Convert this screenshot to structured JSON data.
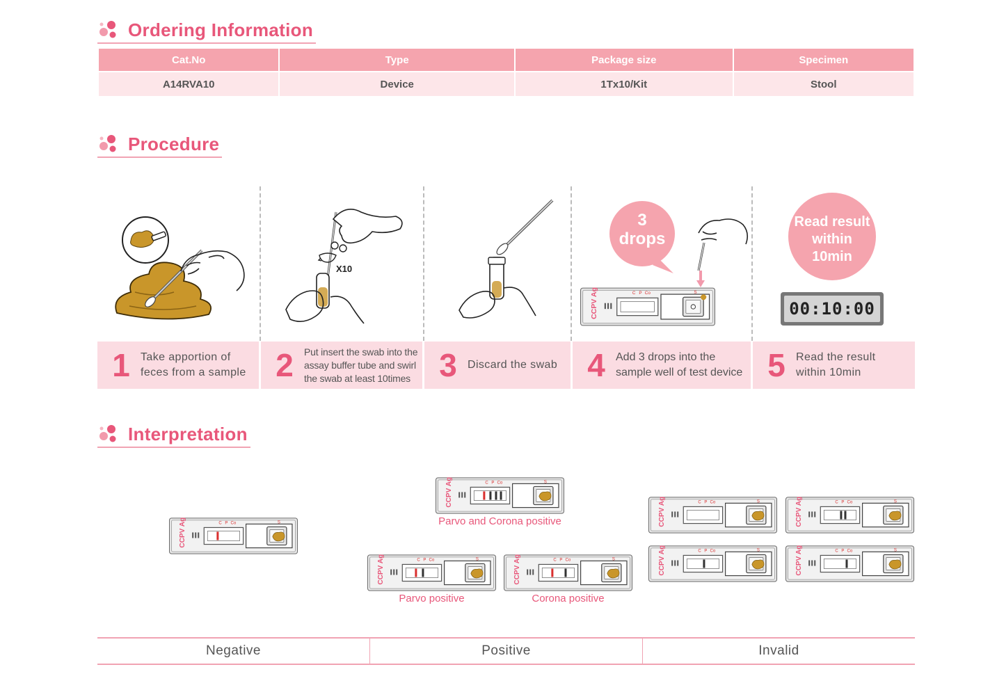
{
  "ordering": {
    "title": "Ordering Information",
    "headers": [
      "Cat.No",
      "Type",
      "Package size",
      "Specimen"
    ],
    "row": [
      "A14RVA10",
      "Device",
      "1Tx10/Kit",
      "Stool"
    ]
  },
  "procedure": {
    "title": "Procedure",
    "swirl_label": "X10",
    "drops_bubble": [
      "3",
      "drops"
    ],
    "read_bubble": [
      "Read result",
      "within",
      "10min"
    ],
    "timer": "00:10:00",
    "steps": [
      {
        "num": "1",
        "lines": [
          "Take apportion of",
          "feces from a sample"
        ]
      },
      {
        "num": "2",
        "lines": [
          "Put insert the swab into the",
          "assay buffer tube and swirl",
          "the swab at least 10times"
        ]
      },
      {
        "num": "3",
        "lines": [
          "Discard the swab"
        ]
      },
      {
        "num": "4",
        "lines": [
          "Add 3 drops into the",
          "sample well of test device"
        ]
      },
      {
        "num": "5",
        "lines": [
          "Read the result",
          "within 10min"
        ]
      }
    ]
  },
  "interpretation": {
    "title": "Interpretation",
    "device_label": "CCPV Ag",
    "marks": {
      "c": "C",
      "p": "P",
      "co": "Co",
      "s": "S"
    },
    "captions": {
      "parvo_corona": "Parvo and Corona positive",
      "parvo": "Parvo positive",
      "corona": "Corona positive"
    },
    "results": [
      "Negative",
      "Positive",
      "Invalid"
    ]
  },
  "colors": {
    "accent": "#e8577a",
    "table_header": "#f5a4ae",
    "table_row": "#fde6e9",
    "step_bg": "#fbdce2",
    "feces": "#c9962a",
    "line_red": "#d9302f",
    "line_dark": "#333333"
  }
}
